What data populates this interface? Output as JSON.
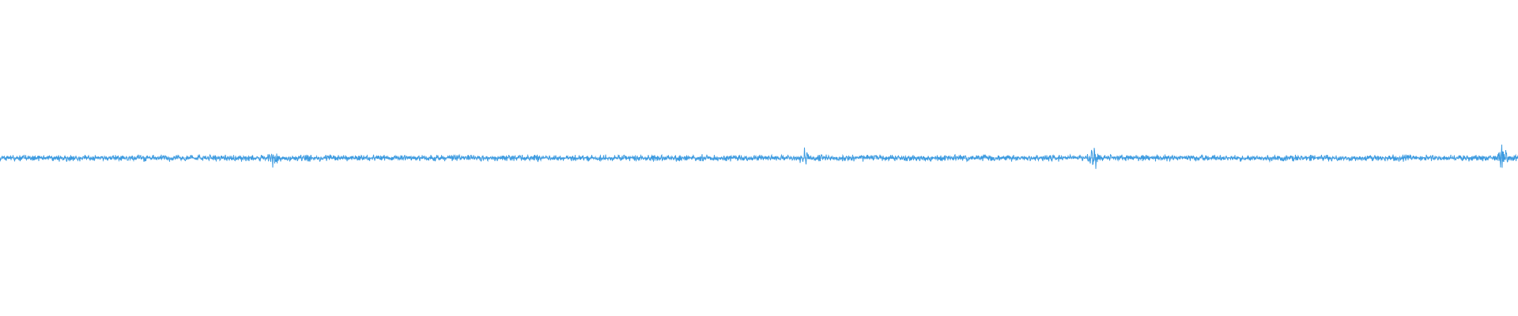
{
  "waveform": {
    "color": "#3d9be0",
    "baseline_color": "#6fb3e8",
    "noise_amplitude": 0.012,
    "bursts": [
      {
        "center": 0.18,
        "strength": 0.035
      },
      {
        "center": 0.53,
        "strength": 0.03
      },
      {
        "center": 0.72,
        "strength": 0.05
      },
      {
        "center": 0.99,
        "strength": 0.04
      }
    ]
  }
}
